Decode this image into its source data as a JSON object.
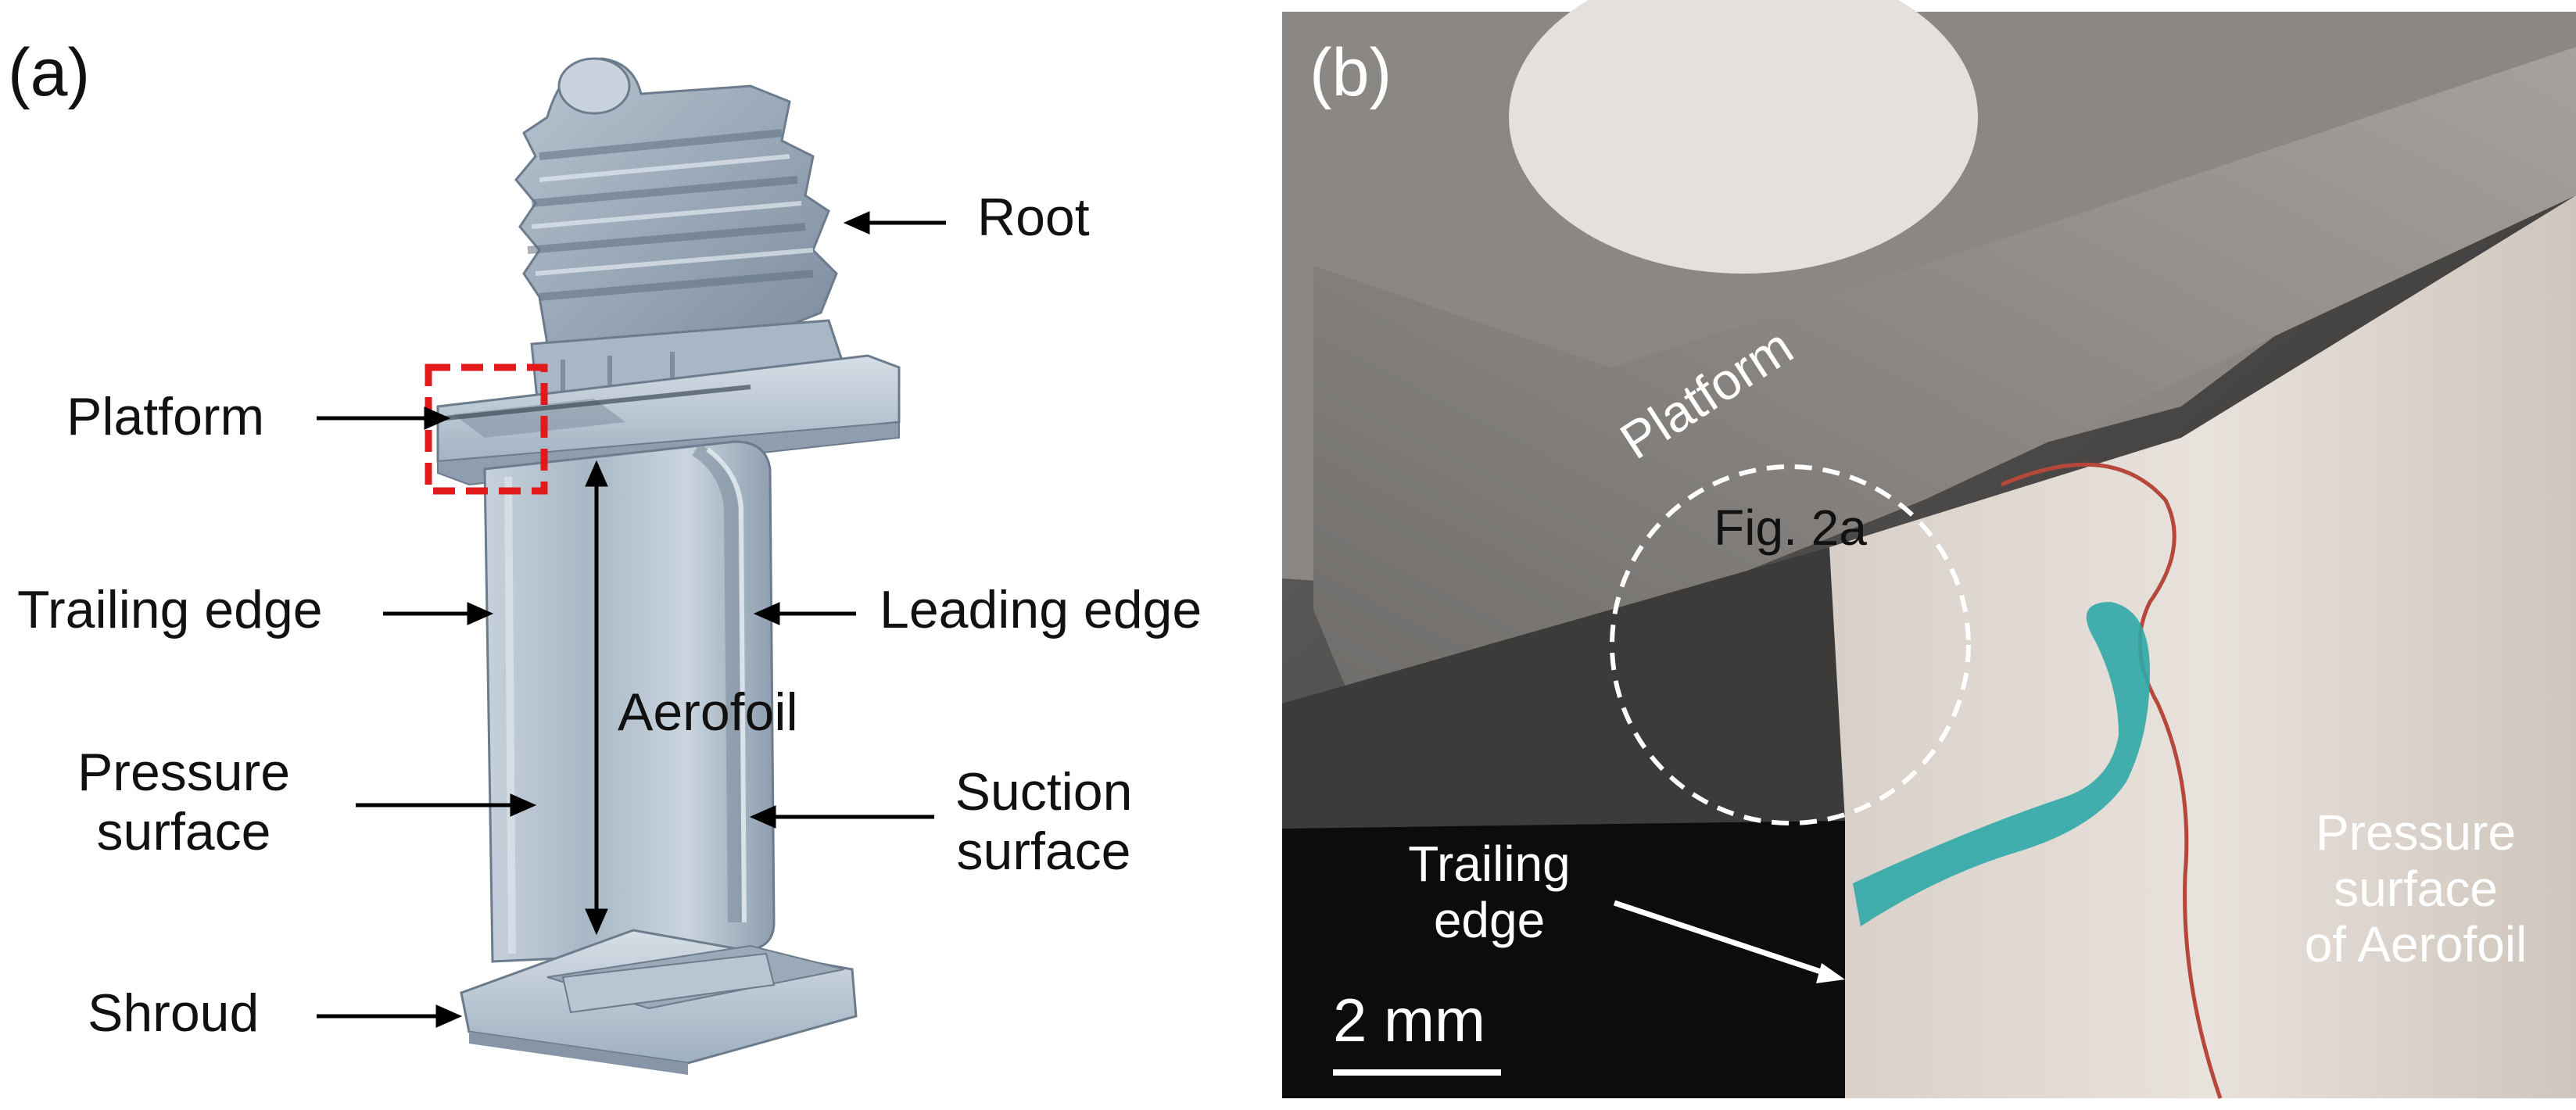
{
  "panel_a": {
    "tag": "(a)",
    "labels": {
      "root": "Root",
      "platform": "Platform",
      "trailing_edge": "Trailing edge",
      "leading_edge": "Leading edge",
      "aerofoil": "Aerofoil",
      "pressure_surface_line1": "Pressure",
      "pressure_surface_line2": "surface",
      "suction_surface_line1": "Suction",
      "suction_surface_line2": "surface",
      "shroud": "Shroud"
    }
  },
  "panel_b": {
    "tag": "(b)",
    "labels": {
      "platform": "Platform",
      "fig_ref": "Fig. 2a",
      "trailing_edge_line1": "Trailing",
      "trailing_edge_line2": "edge",
      "pressure_line1": "Pressure",
      "pressure_line2": "surface",
      "pressure_line3": "of Aerofoil",
      "scale_bar": "2 mm"
    }
  },
  "colors": {
    "blade_metal": "#9aaab8",
    "highlight_box": "#e31a1c",
    "blue_mark": "#2fa8a8",
    "crack_line": "#b5483a"
  }
}
